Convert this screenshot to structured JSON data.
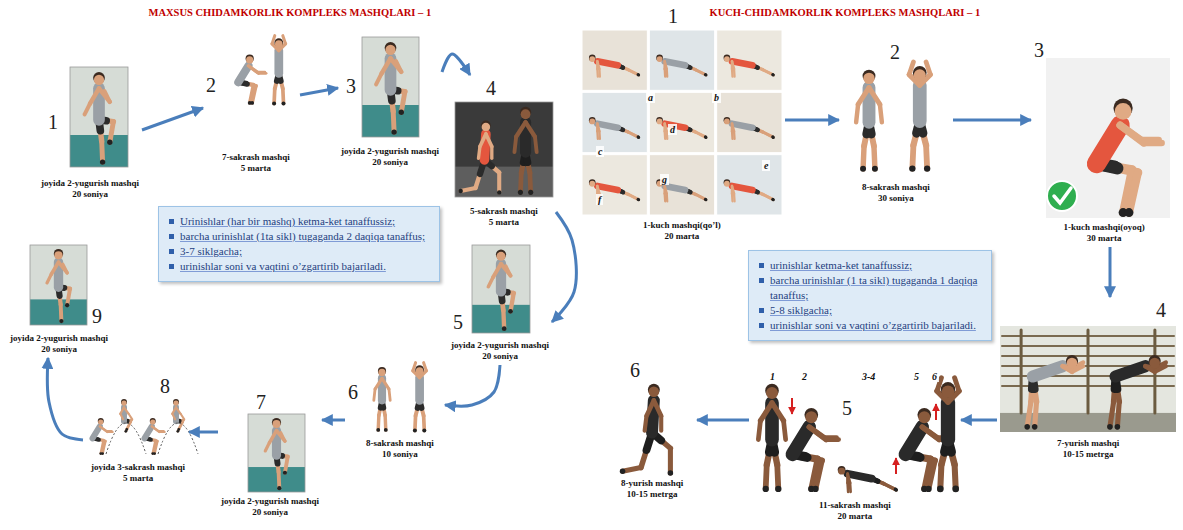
{
  "diagram": {
    "nodes": [
      {
        "text": [
          "1",
          "joyida 2-yugurish mashqi",
          "20 soniya"
        ]
      },
      {
        "text": [
          "2",
          "7-sakrash mashqi",
          "5 marta"
        ]
      },
      {
        "text": [
          "3",
          "joyida 2-yugurish mashqi",
          "20 soniya"
        ]
      },
      {
        "text": [
          "4",
          "5-sakrash mashqi",
          "5 marta"
        ]
      },
      {
        "text": [
          "5",
          "joyida 2-yugurish mashqi",
          "20 soniya"
        ]
      },
      {
        "text": [
          "6",
          "8-sakrash mashqi",
          "10 soniya"
        ]
      },
      {
        "text": [
          "7",
          "joyida 2-yugurish mashqi",
          "20 soniya"
        ]
      },
      {
        "text": [
          "8",
          "joyida 3-sakrash mashqi",
          "5 marta"
        ]
      },
      {
        "text": [
          "9",
          "joyida 2-yugurish mashqi",
          "20 soniya"
        ]
      },
      {
        "text": [
          "Urinishlar (har bir mashq) ketma-ket tanaffussiz;",
          "barcha urinishlat (1ta sikl) tugaganda 2 daqiqa tanaffus;",
          "3-7 siklgacha;",
          "urinishlar soni va vaqtini o’zgartirib bajariladi."
        ]
      },
      {
        "text": [
          "1",
          "1-kuch mashqi(qo’l)",
          "20 marta"
        ]
      },
      {
        "text": [
          "2",
          "8-sakrash mashqi",
          "30 soniya"
        ]
      },
      {
        "text": [
          "3",
          "1-kuch mashqi(oyoq)",
          "30 marta"
        ]
      },
      {
        "text": [
          "4",
          "7-yurish mashqi",
          "10-15 metrga"
        ]
      },
      {
        "text": [
          "5",
          "11-sakrash mashqi",
          "20 marta"
        ]
      },
      {
        "text": [
          "6",
          "8-yurish mashqi",
          "10-15 metrga"
        ]
      },
      {
        "text": [
          "urinishlar ketma-ket tanaffussiz;",
          "barcha urinishlar (1 ta sikl) tugaganda 1 daqiqa tanaffus;",
          "5-8 siklgacha;",
          "urinishlar soni va vaqtini o’zgartirib bajariladi."
        ]
      }
    ],
    "edges": [
      {
        "from": 0,
        "to": 1,
        "arrow": "to"
      },
      {
        "from": 1,
        "to": 2,
        "arrow": "to"
      },
      {
        "from": 2,
        "to": 3,
        "arrow": "to"
      },
      {
        "from": 3,
        "to": 4,
        "arrow": "to"
      },
      {
        "from": 4,
        "to": 5,
        "arrow": "to"
      },
      {
        "from": 5,
        "to": 6,
        "arrow": "to"
      },
      {
        "from": 6,
        "to": 7,
        "arrow": "to"
      },
      {
        "from": 7,
        "to": 8,
        "arrow": "to"
      },
      {
        "from": 10,
        "to": 11,
        "arrow": "to"
      },
      {
        "from": 11,
        "to": 12,
        "arrow": "to"
      },
      {
        "from": 12,
        "to": 13,
        "arrow": "to"
      },
      {
        "from": 13,
        "to": 14,
        "arrow": "to"
      },
      {
        "from": 14,
        "to": 15,
        "arrow": "to"
      }
    ],
    "labels": [
      "MAXSUS CHIDAMKORLIK KOMPLEKS MASHQLARI – 1",
      "KUCH-CHIDAMKORLIK KOMPLEKS MASHQLARI – 1",
      "a",
      "b",
      "c",
      "d",
      "e",
      "f",
      "g",
      "1",
      "2",
      "3-4",
      "5",
      "6"
    ]
  }
}
